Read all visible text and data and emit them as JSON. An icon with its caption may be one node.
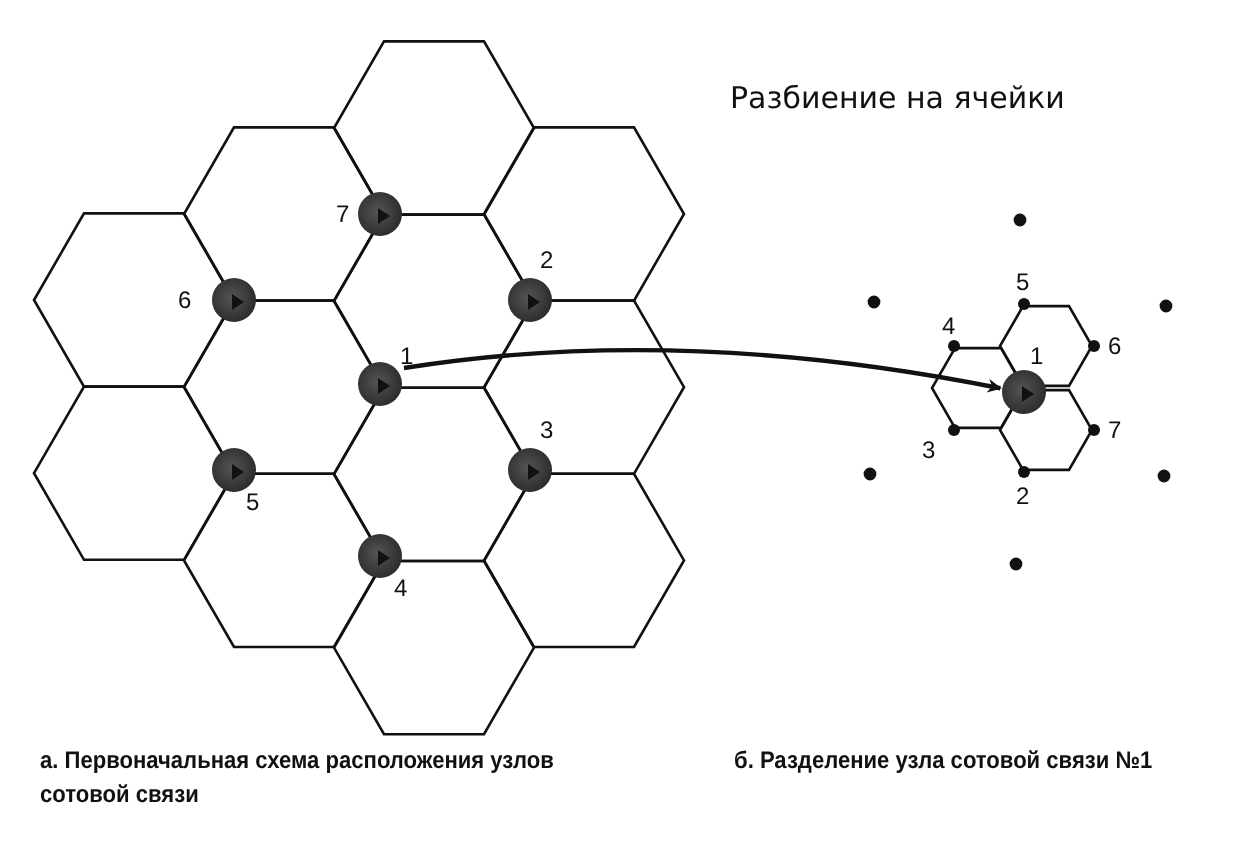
{
  "diagram": {
    "nodes": [
      {
        "text": [],
        "shape": "circle",
        "beside": [
          "1"
        ]
      },
      {
        "text": [],
        "shape": "circle",
        "beside": [
          "2"
        ]
      },
      {
        "text": [],
        "shape": "circle",
        "beside": [
          "3"
        ]
      },
      {
        "text": [],
        "shape": "circle",
        "beside": [
          "4"
        ]
      },
      {
        "text": [],
        "shape": "circle",
        "beside": [
          "5"
        ]
      },
      {
        "text": [],
        "shape": "circle",
        "beside": [
          "6"
        ]
      },
      {
        "text": [],
        "shape": "circle",
        "beside": [
          "7"
        ]
      },
      {
        "text": [],
        "shape": "circle",
        "beside": [
          "1"
        ]
      },
      {
        "text": [],
        "shape": "circle",
        "beside": [
          "2"
        ]
      },
      {
        "text": [],
        "shape": "circle",
        "beside": [
          "3"
        ]
      },
      {
        "text": [],
        "shape": "circle",
        "beside": [
          "4"
        ]
      },
      {
        "text": [],
        "shape": "circle",
        "beside": [
          "5"
        ]
      },
      {
        "text": [],
        "shape": "circle",
        "beside": [
          "6"
        ]
      },
      {
        "text": [],
        "shape": "circle",
        "beside": [
          "7"
        ]
      }
    ],
    "edges": [
      {
        "from": 0,
        "to": 7,
        "arrow": "to"
      }
    ],
    "labels": [
      "Разбиение на ячейки",
      "а. Первоначальная схема расположения узлов сотовой связи",
      "б. Разделение узла сотовой связи №1"
    ]
  }
}
